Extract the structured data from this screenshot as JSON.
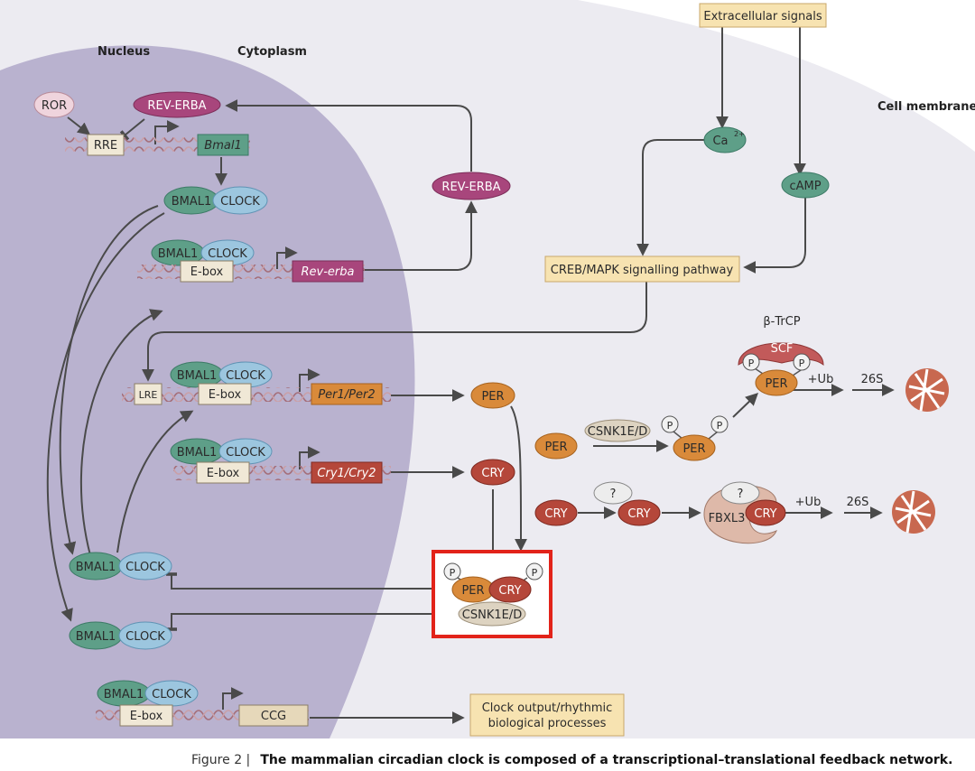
{
  "regions": {
    "nucleus": "Nucleus",
    "cytoplasm": "Cytoplasm",
    "cell_membrane": "Cell membrane"
  },
  "signals": {
    "extracellular": "Extracellular signals",
    "ca": "Ca",
    "ca_sup": "2+",
    "camp": "cAMP",
    "creb": "CREB/MAPK signalling pathway"
  },
  "genes": {
    "rre": "RRE",
    "bmal1": "Bmal1",
    "ebox": "E-box",
    "rev_erba": "Rev-erba",
    "lre": "LRE",
    "per12": "Per1/Per2",
    "cry12": "Cry1/Cry2",
    "ccg": "CCG"
  },
  "proteins": {
    "ror": "ROR",
    "rev_erba": "REV-ERBA",
    "bmal1": "BMAL1",
    "clock": "CLOCK",
    "per": "PER",
    "cry": "CRY",
    "csnk": "CSNK1E/D",
    "p": "P",
    "q": "?",
    "scf": "SCF",
    "btrcp": "β-TrCP",
    "fbxl3": "FBXL3",
    "ub": "+Ub",
    "s26": "26S"
  },
  "output": {
    "line1": "Clock output/rhythmic",
    "line2": "biological processes"
  },
  "caption": {
    "number": "Figure 2 |",
    "text": "The mammalian circadian clock is composed of a transcriptional–translational feedback network."
  },
  "colors": {
    "nucleus_fill": "#b9b2cf",
    "cytoplasm_fill": "#ecebf1",
    "bmal1": "#5e9f88",
    "clock": "#9cc6df",
    "rev_erba": "#a8467c",
    "ror": "#efd4dd",
    "per": "#d98a3a",
    "cry": "#b5473a",
    "csnk": "#ddd3c1",
    "gene_box": "#f0e8d6",
    "signal_box": "#f7e3b1",
    "highlight": "#e2231a"
  }
}
